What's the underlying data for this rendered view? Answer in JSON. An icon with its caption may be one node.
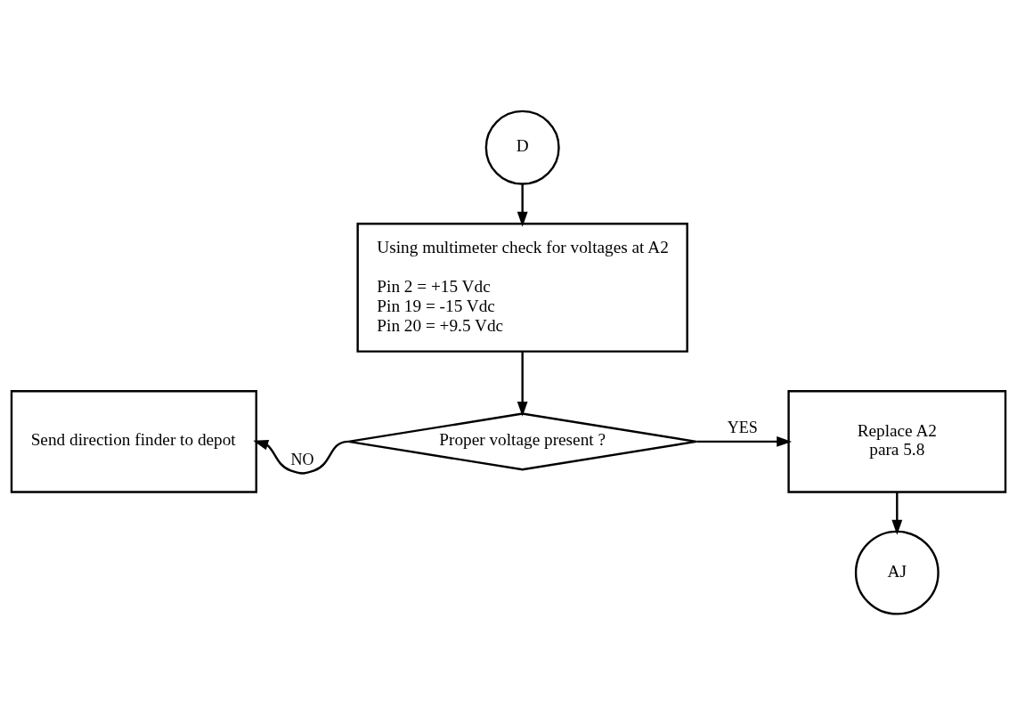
{
  "diagram": {
    "nodes": [
      {
        "text": [
          "D"
        ]
      },
      {
        "text": [
          "Using multimeter check for voltages at A2",
          "Pin 2 = +15 Vdc",
          "Pin 19 = -15 Vdc",
          "Pin 20 = +9.5 Vdc"
        ]
      },
      {
        "text": [
          "Proper voltage present ?"
        ]
      },
      {
        "text": [
          "Send direction finder to depot"
        ]
      },
      {
        "text": [
          "Replace A2",
          "para 5.8"
        ]
      },
      {
        "text": [
          "AJ"
        ]
      }
    ],
    "edges": [
      {
        "from": 0,
        "to": 1,
        "arrow": "to"
      },
      {
        "from": 1,
        "to": 2,
        "arrow": "to"
      },
      {
        "from": 2,
        "to": 3,
        "arrow": "to",
        "label": "NO"
      },
      {
        "from": 2,
        "to": 4,
        "arrow": "to",
        "label": "YES"
      },
      {
        "from": 4,
        "to": 5,
        "arrow": "to"
      }
    ]
  }
}
